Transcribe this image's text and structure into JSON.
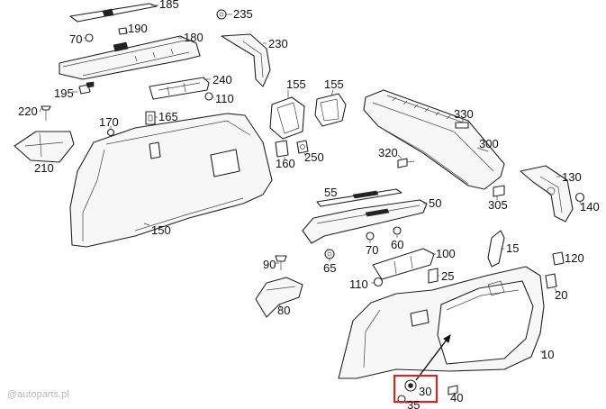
{
  "diagram": {
    "labels": [
      {
        "id": "185",
        "text": "185"
      },
      {
        "id": "235",
        "text": "235"
      },
      {
        "id": "190",
        "text": "190"
      },
      {
        "id": "70a",
        "text": "70"
      },
      {
        "id": "180",
        "text": "180"
      },
      {
        "id": "230",
        "text": "230"
      },
      {
        "id": "240",
        "text": "240"
      },
      {
        "id": "195",
        "text": "195"
      },
      {
        "id": "110a",
        "text": "110"
      },
      {
        "id": "155a",
        "text": "155"
      },
      {
        "id": "155b",
        "text": "155"
      },
      {
        "id": "220",
        "text": "220"
      },
      {
        "id": "165",
        "text": "165"
      },
      {
        "id": "170",
        "text": "170"
      },
      {
        "id": "330",
        "text": "330"
      },
      {
        "id": "300",
        "text": "300"
      },
      {
        "id": "210",
        "text": "210"
      },
      {
        "id": "320",
        "text": "320"
      },
      {
        "id": "160",
        "text": "160"
      },
      {
        "id": "250",
        "text": "250"
      },
      {
        "id": "130",
        "text": "130"
      },
      {
        "id": "55",
        "text": "55"
      },
      {
        "id": "305",
        "text": "305"
      },
      {
        "id": "140",
        "text": "140"
      },
      {
        "id": "150",
        "text": "150"
      },
      {
        "id": "50",
        "text": "50"
      },
      {
        "id": "60",
        "text": "60"
      },
      {
        "id": "70b",
        "text": "70"
      },
      {
        "id": "15",
        "text": "15"
      },
      {
        "id": "100",
        "text": "100"
      },
      {
        "id": "65",
        "text": "65"
      },
      {
        "id": "120",
        "text": "120"
      },
      {
        "id": "90",
        "text": "90"
      },
      {
        "id": "25",
        "text": "25"
      },
      {
        "id": "110b",
        "text": "110"
      },
      {
        "id": "20",
        "text": "20"
      },
      {
        "id": "80",
        "text": "80"
      },
      {
        "id": "10",
        "text": "10"
      },
      {
        "id": "30",
        "text": "30"
      },
      {
        "id": "40",
        "text": "40"
      },
      {
        "id": "35",
        "text": "35"
      }
    ],
    "highlight_part": "30",
    "highlight_color": "#cc2a2a",
    "line_color": "#222222",
    "watermark": "@autoparts.pl"
  }
}
